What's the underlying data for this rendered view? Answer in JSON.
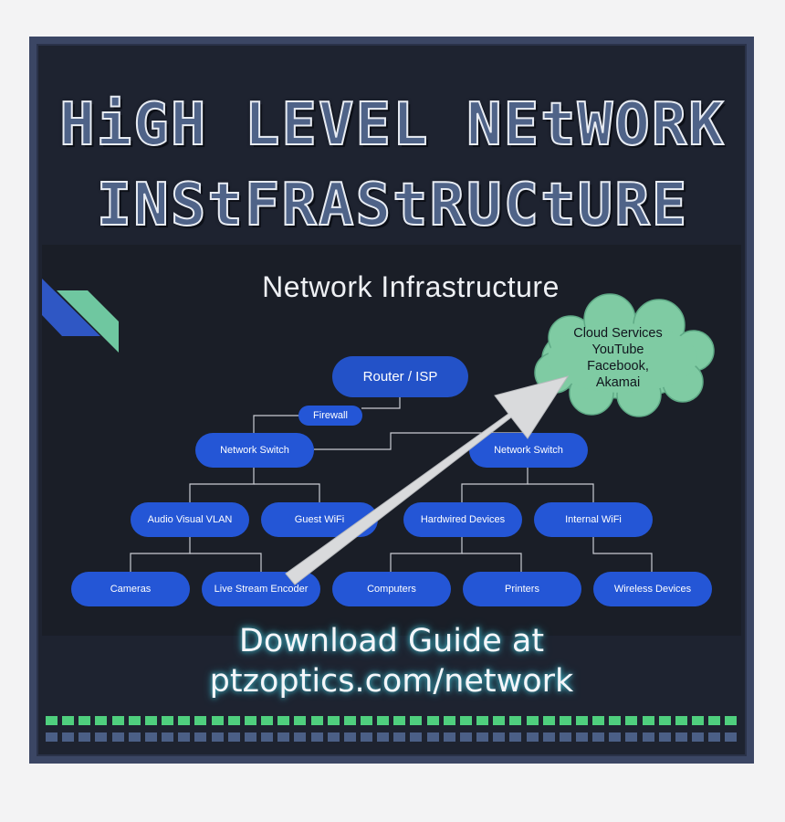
{
  "title": {
    "line1": "HiGH LEVEL NEtWORK",
    "line2": "INStFRAStRUCtURE"
  },
  "diagram": {
    "heading": "Network Infrastructure",
    "nodes": {
      "router": "Router / ISP",
      "firewall": "Firewall",
      "switch_left": "Network Switch",
      "switch_right": "Network Switch",
      "av_vlan": "Audio Visual VLAN",
      "guest_wifi": "Guest WiFi",
      "hardwired": "Hardwired Devices",
      "internal_wifi": "Internal WiFi",
      "cameras": "Cameras",
      "encoder": "Live Stream Encoder",
      "computers": "Computers",
      "printers": "Printers",
      "wireless": "Wireless Devices"
    },
    "cloud": [
      "Cloud Services",
      "YouTube",
      "Facebook,",
      "Akamai"
    ]
  },
  "cta": {
    "line1": "Download Guide at",
    "line2": "ptzoptics.com/network"
  },
  "colors": {
    "node": "#2456d6",
    "cloud": "#7fcba3",
    "frame": "#3b4664",
    "background": "#1e2330",
    "dots_green": "#4fcf7e",
    "dots_blue": "#4b5f86"
  },
  "icons": [
    "logo-stripes-icon",
    "arrow-icon",
    "cloud-icon"
  ]
}
